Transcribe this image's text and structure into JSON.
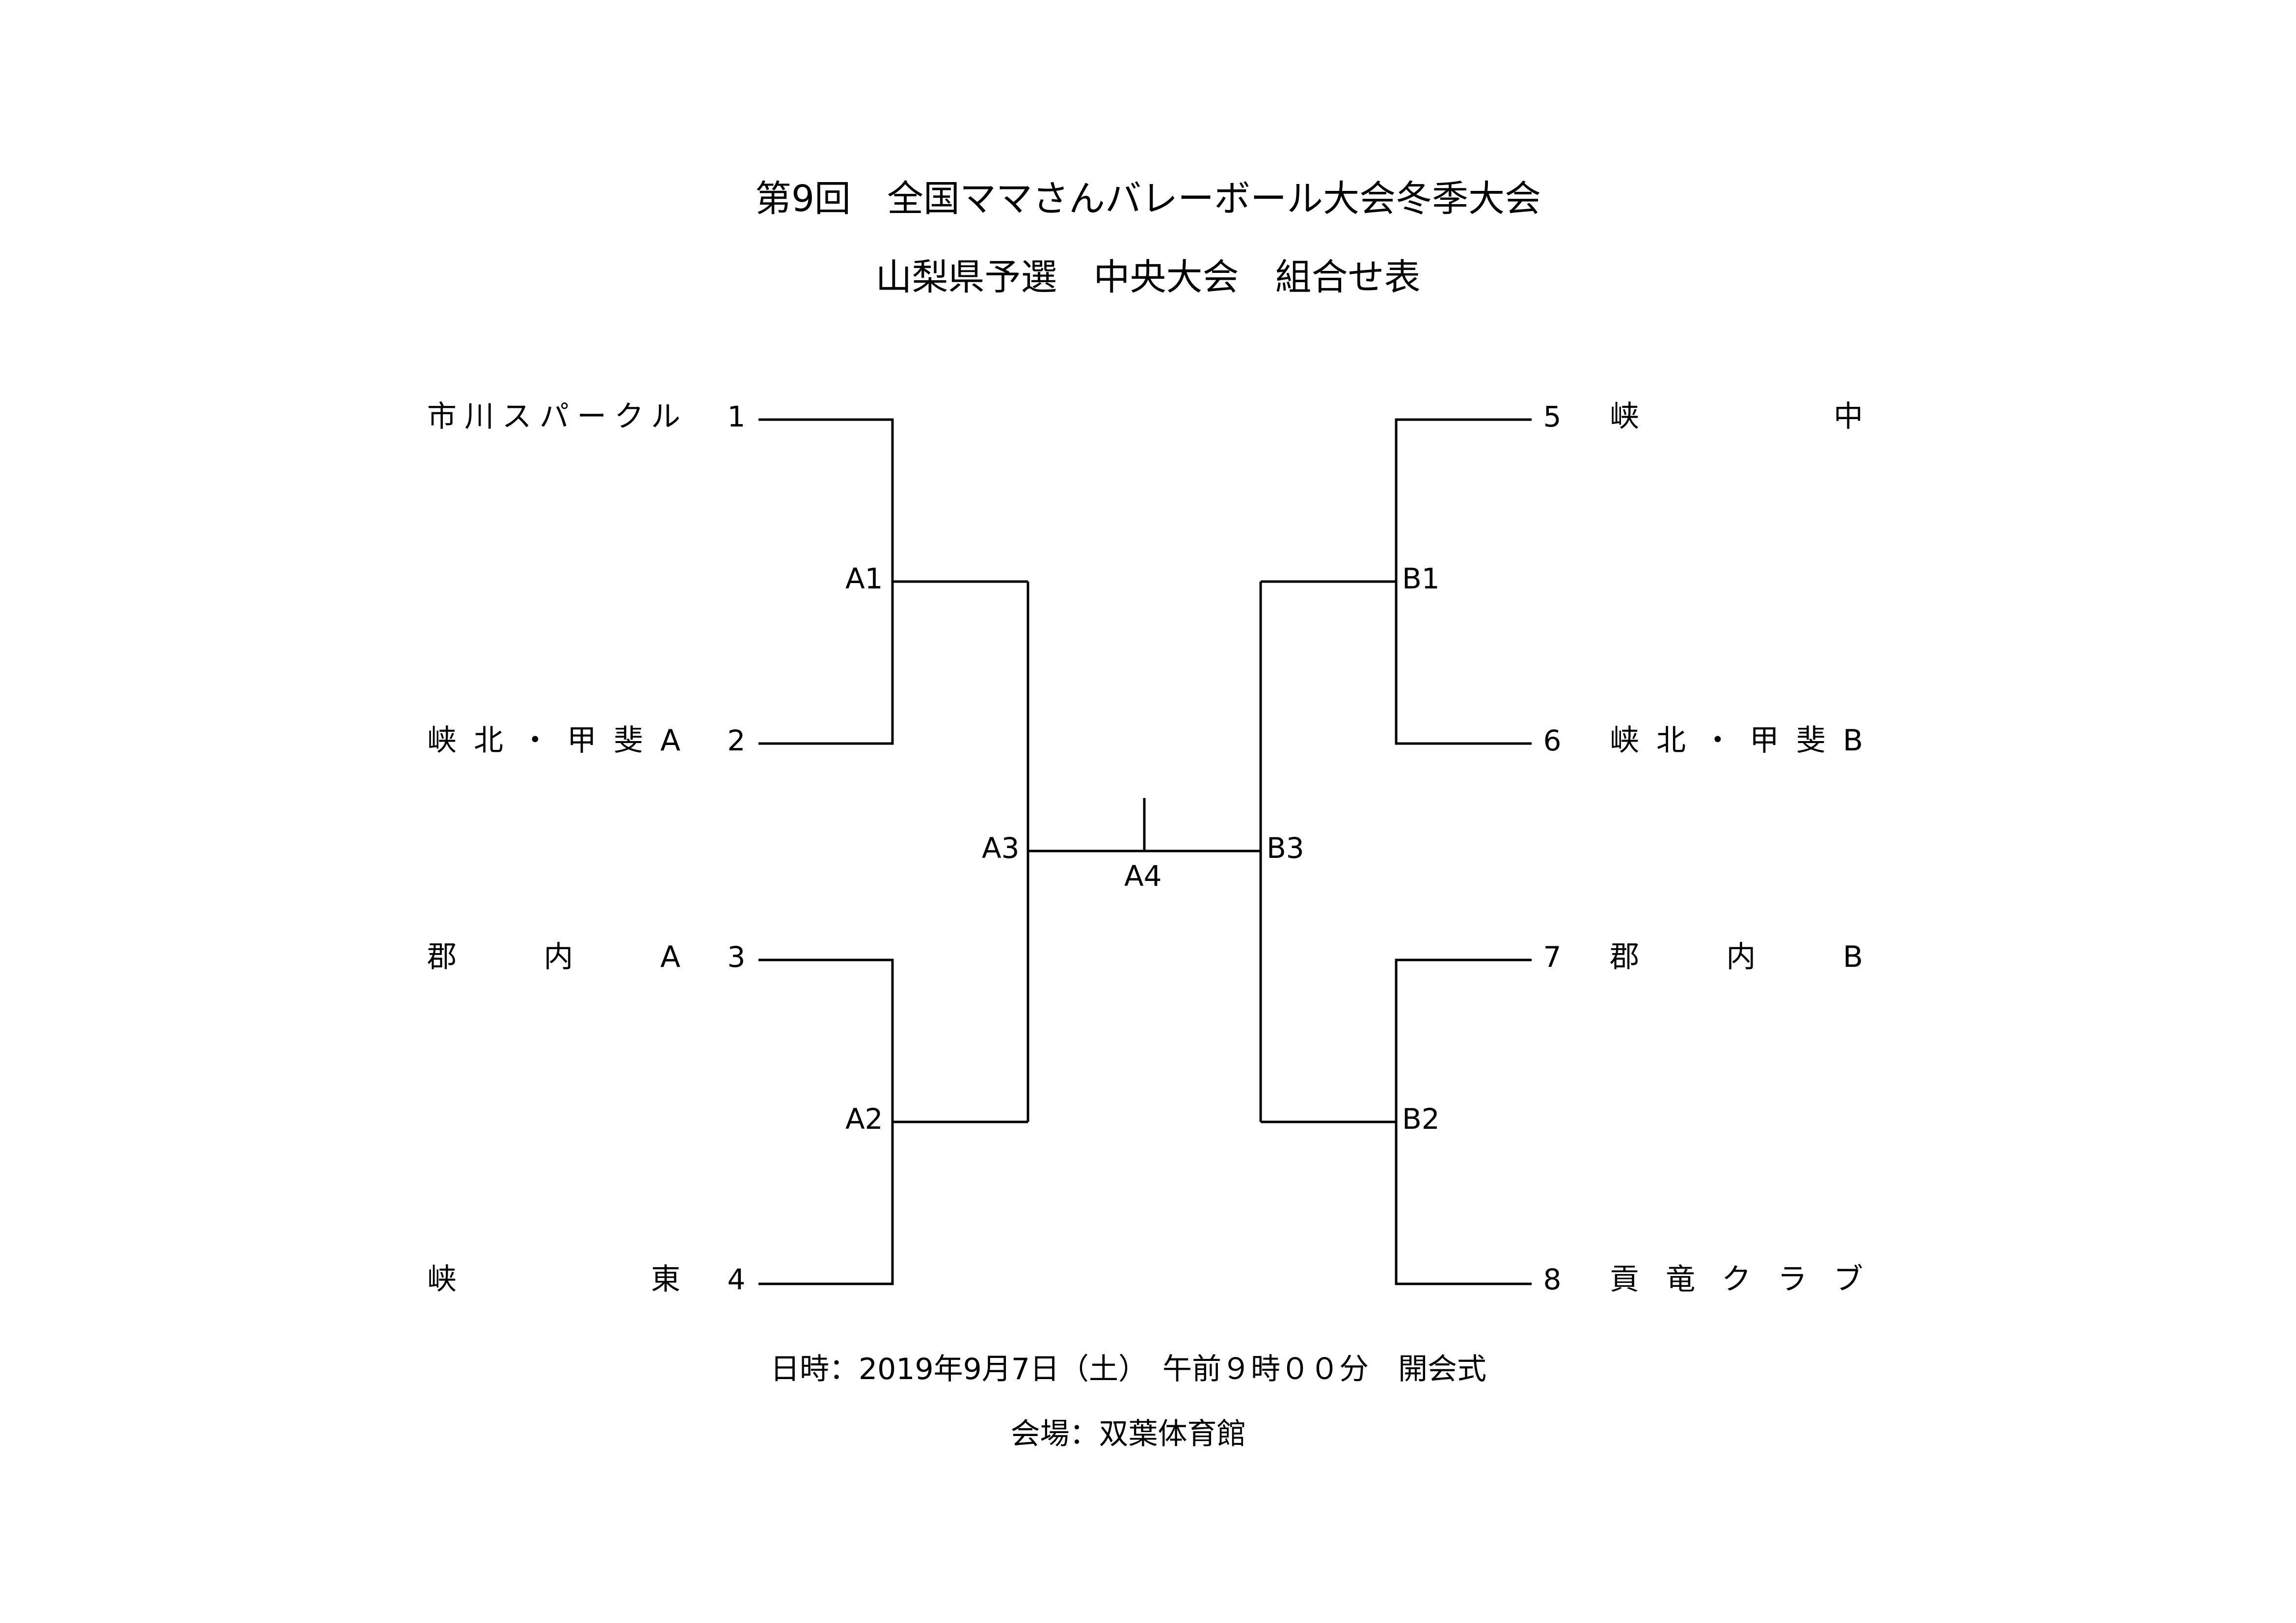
{
  "title": {
    "line1": "第9回　全国ママさんバレーボール大会冬季大会",
    "line2": "山梨県予選　中央大会　組合せ表"
  },
  "teams_left": [
    {
      "number": "1",
      "name": "市川スパークル"
    },
    {
      "number": "2",
      "name": "峡北・甲斐A"
    },
    {
      "number": "3",
      "name": "郡内A"
    },
    {
      "number": "4",
      "name": "峡東"
    }
  ],
  "teams_right": [
    {
      "number": "5",
      "name": "峡中"
    },
    {
      "number": "6",
      "name": "峡北・甲斐B"
    },
    {
      "number": "7",
      "name": "郡内B"
    },
    {
      "number": "8",
      "name": "貢竜クラブ"
    }
  ],
  "matches": {
    "a1": "A1",
    "a2": "A2",
    "a3": "A3",
    "a4": "A4",
    "b1": "B1",
    "b2": "B2",
    "b3": "B3"
  },
  "footer": {
    "datetime": "日時：2019年9月7日（土）　午前９時００分　開会式",
    "venue": "会場：双葉体育館"
  }
}
